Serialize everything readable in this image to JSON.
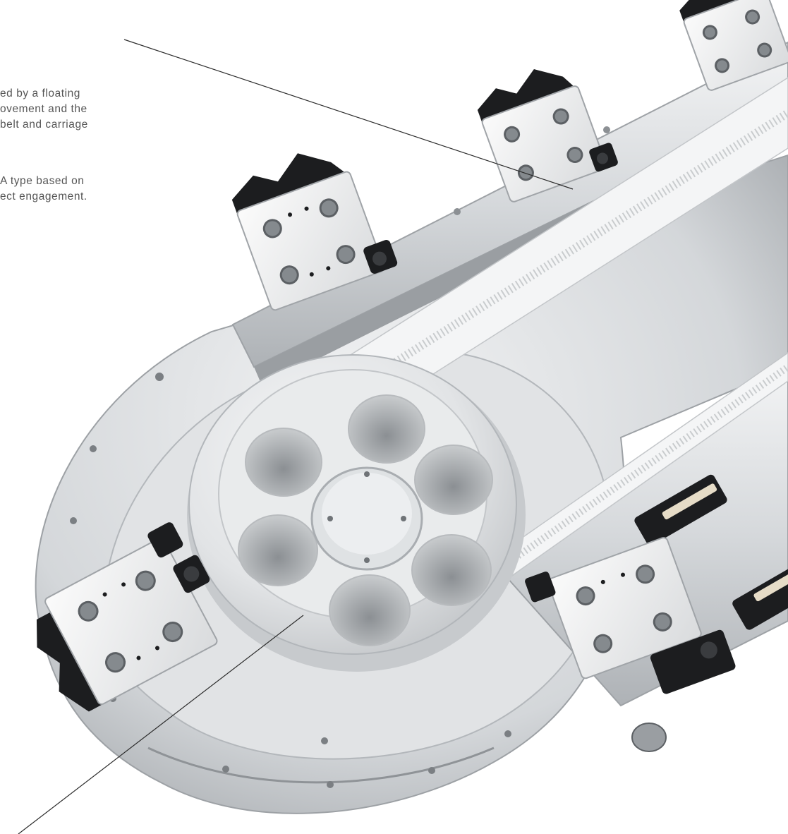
{
  "callout_top": {
    "lines_para1": [
      "ed by a floating",
      "ovement and the",
      "belt and carriage"
    ],
    "lines_para2": [
      "A type based on",
      "ect engagement."
    ]
  },
  "colors": {
    "background": "#ffffff",
    "aluminium": "#d9dcdf",
    "aluminium_dark": "#a9adb1",
    "belt": "#eef0f1",
    "block_black": "#1c1d1f",
    "text": "#555555",
    "leader_line": "#2b2b2b"
  }
}
